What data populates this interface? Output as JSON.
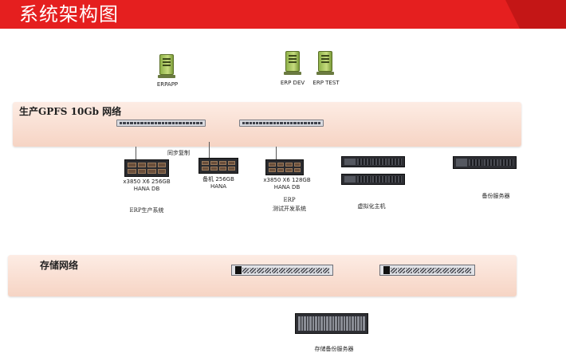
{
  "header": {
    "title": "系统架构图"
  },
  "apps": [
    {
      "label": "ERPAPP"
    },
    {
      "label": "ERP DEV"
    },
    {
      "label": "ERP TEST"
    }
  ],
  "production_network": {
    "label": "生产GPFS 10Gb 网络"
  },
  "sync_label": "同步复制",
  "servers": {
    "erp_prod": {
      "line1": "x3850 X6 256GB",
      "line2": "HANA DB"
    },
    "standby": {
      "line1": "备机 256GB",
      "line2": "HANA"
    },
    "erp_test": {
      "line1": "x3850 X6 128GB",
      "line2": "HANA DB"
    }
  },
  "groups": {
    "erp_prod_system": "ERP生产系统",
    "erp_test_line1": "ERP",
    "erp_test_line2": "测试开发系统",
    "virtual_host": "虚拟化主机",
    "backup_server": "备份服务器"
  },
  "storage_network": {
    "label": "存储网络"
  },
  "storage_backup": {
    "label": "存储备份服务器"
  },
  "colors": {
    "header": "#e51f1f",
    "band": "#f6d4c4"
  }
}
